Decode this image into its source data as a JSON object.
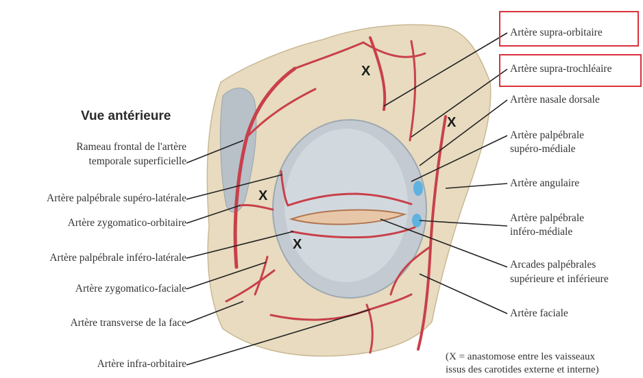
{
  "heading": "Vue antérieure",
  "labels_left": {
    "rameau_frontal_1": "Rameau frontal de l'artère",
    "rameau_frontal_2": "temporale superficielle",
    "palpebrale_supero_laterale": "Artère palpébrale supéro-latérale",
    "zygomatico_orbitaire": "Artère zygomatico-orbitaire",
    "palpebrale_infero_laterale": "Artère palpébrale inféro-latérale",
    "zygomatico_faciale": "Artère zygomatico-faciale",
    "transverse_face": "Artère transverse de la face",
    "infra_orbitaire": "Artère infra-orbitaire"
  },
  "labels_right": {
    "supra_orbitaire": "Artère supra-orbitaire",
    "supra_trochleaire": "Artère supra-trochléaire",
    "nasale_dorsale": "Artère nasale dorsale",
    "palpebrale_supero_mediale_1": "Artère palpébrale",
    "palpebrale_supero_mediale_2": "supéro-médiale",
    "angulaire": "Artère angulaire",
    "palpebrale_infero_mediale_1": "Artère palpébrale",
    "palpebrale_infero_mediale_2": "inféro-médiale",
    "arcades_1": "Arcades palpébrales",
    "arcades_2": "supérieure et inférieure",
    "faciale": "Artère faciale"
  },
  "anastomosis_marker": "X",
  "note_1": "(X = anastomose entre les vaisseaux",
  "note_2": "issus des carotides externe et interne)",
  "colors": {
    "artery": "#c8404a",
    "bone": "#e9dcc0",
    "orbit": "#b9c2c9",
    "highlight_box": "#d9303a",
    "leader": "#222222"
  }
}
